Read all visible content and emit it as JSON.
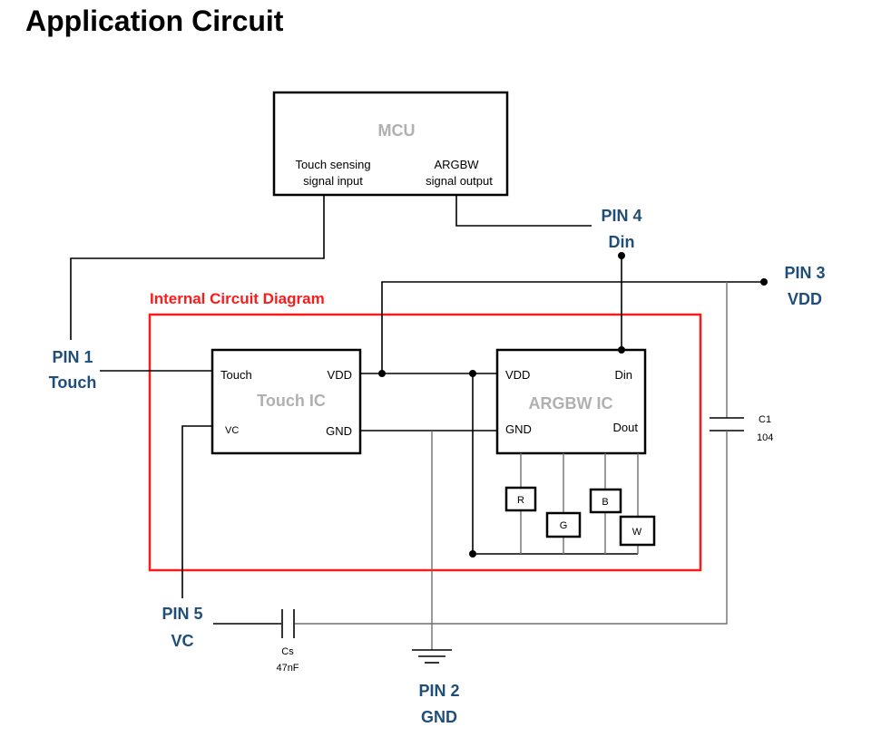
{
  "title": "Application Circuit",
  "mcu": {
    "name": "MCU",
    "touch_output_line1": "Touch sensing",
    "touch_output_line2": "signal input",
    "argbw_line1": "ARGBW",
    "argbw_line2": "signal output"
  },
  "internal_label": "Internal Circuit Diagram",
  "touch_ic": {
    "name": "Touch IC",
    "pin_touch": "Touch",
    "pin_vdd": "VDD",
    "pin_vc": "VC",
    "pin_gnd": "GND"
  },
  "argbw_ic": {
    "name": "ARGBW IC",
    "pin_vdd": "VDD",
    "pin_din": "Din",
    "pin_gnd": "GND",
    "pin_dout": "Dout"
  },
  "leds": [
    "R",
    "G",
    "B",
    "W"
  ],
  "pins": {
    "pin1": {
      "number": "PIN 1",
      "name": "Touch"
    },
    "pin2": {
      "number": "PIN 2",
      "name": "GND"
    },
    "pin3": {
      "number": "PIN 3",
      "name": "VDD"
    },
    "pin4": {
      "number": "PIN 4",
      "name": "Din"
    },
    "pin5": {
      "number": "PIN 5",
      "name": "VC"
    }
  },
  "c1": {
    "name": "C1",
    "value": "104"
  },
  "cs": {
    "name": "Cs",
    "value": "47nF"
  },
  "colors": {
    "pin_label": "#1f4e79",
    "internal_border": "#ff1a1a",
    "ic_name": "#b0b0b0"
  }
}
